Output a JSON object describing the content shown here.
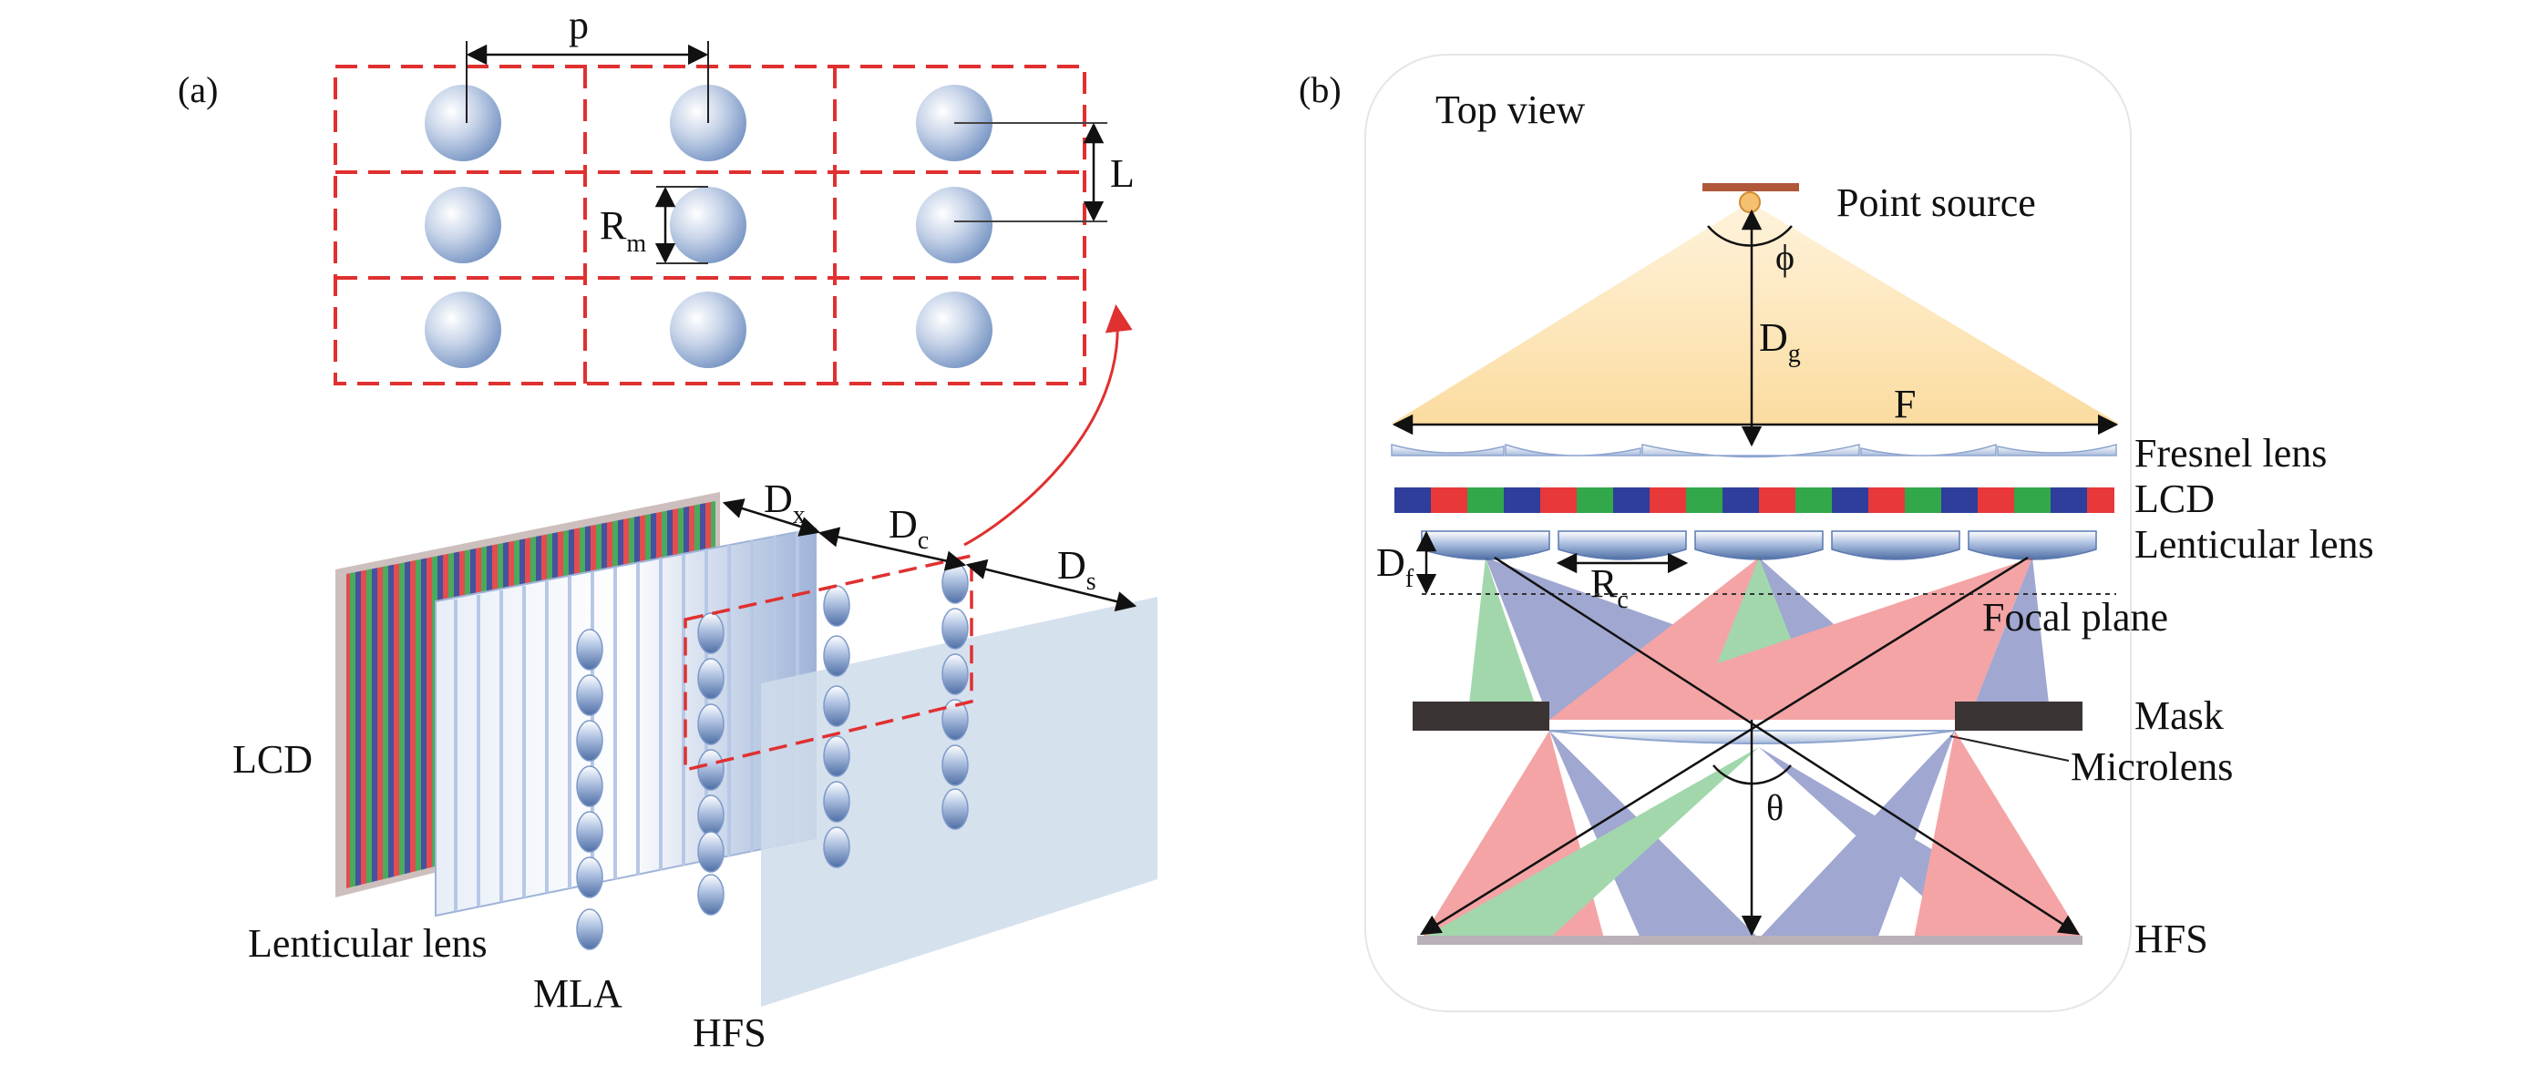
{
  "panel_a": {
    "label": "(a)",
    "top_grid": {
      "pitch_label": "p",
      "length_label": "L",
      "radius_label": "R",
      "radius_sub": "m"
    },
    "labels": {
      "lcd": "LCD",
      "lenticular": "Lenticular lens",
      "mla": "MLA",
      "hfs": "HFS",
      "dx": "D",
      "dx_sub": "x",
      "dc": "D",
      "dc_sub": "c",
      "ds": "D",
      "ds_sub": "s"
    }
  },
  "panel_b": {
    "label": "(b)",
    "title": "Top view",
    "labels": {
      "point_source": "Point source",
      "phi": "ϕ",
      "dg": "D",
      "dg_sub": "g",
      "f": "F",
      "fresnel": "Fresnel lens",
      "lcd": "LCD",
      "lenticular": "Lenticular lens",
      "df": "D",
      "df_sub": "f",
      "rc": "R",
      "rc_sub": "c",
      "focal_plane": "Focal plane",
      "mask": "Mask",
      "microlens": "Microlens",
      "theta": "θ",
      "hfs": "HFS"
    }
  },
  "colors": {
    "red_dash": "#e03030",
    "lens_blue": "#7d9ac9",
    "pixel_red": "#e8383a",
    "pixel_green": "#32a84a",
    "pixel_blue": "#2e3e9a",
    "beam_cream": "#fde6b8",
    "mask": "#3a3434",
    "hfs_bar": "#b9b0b8"
  }
}
